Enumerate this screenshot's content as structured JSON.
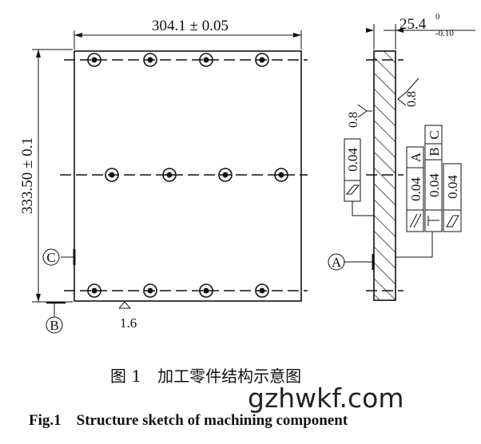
{
  "dimensions": {
    "width": "304.1 ± 0.05",
    "height": "333.50 ± 0.1",
    "thickness": "25.4",
    "thickness_tol_upper": "0",
    "thickness_tol_lower": "-0.10"
  },
  "surface_roughness": {
    "bottom_edge": "1.6",
    "front_face": "0.8",
    "back_face": "0.8"
  },
  "datums": {
    "c": "C",
    "b": "B",
    "a": "A"
  },
  "tolerance_frames": {
    "flatness_front": {
      "value": "0.04"
    },
    "parallelism": {
      "value": "0.04",
      "datum": "A"
    },
    "perpendicularity": {
      "value": "0.04",
      "datum": "B",
      "datum2": "C"
    },
    "flatness_back": {
      "value": "0.04"
    }
  },
  "caption": {
    "chinese": "图 1　加工零件结构示意图",
    "english": "Fig.1　Structure sketch of machining component"
  },
  "watermark": "gzhwkf.com",
  "icons": [
    "parallelism-symbol",
    "perpendicularity-symbol",
    "flatness-symbol",
    "roughness-symbol",
    "hole-symbol"
  ]
}
